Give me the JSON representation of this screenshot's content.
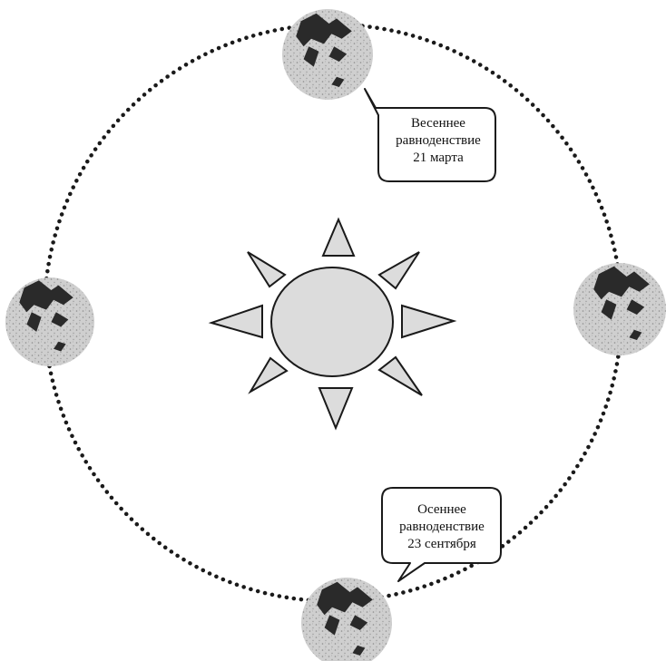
{
  "colors": {
    "background": "#ffffff",
    "ink": "#1a1a1a",
    "sun_fill": "#dcdcdc",
    "earth_fill": "#c9c9c9",
    "continent": "#2a2a2a"
  },
  "callouts": {
    "spring": {
      "line1": "Весеннее",
      "line2": "равноденствие",
      "line3": "21 марта"
    },
    "autumn": {
      "line1": "Осеннее",
      "line2": "равноденствие",
      "line3": "23 сентября"
    }
  }
}
